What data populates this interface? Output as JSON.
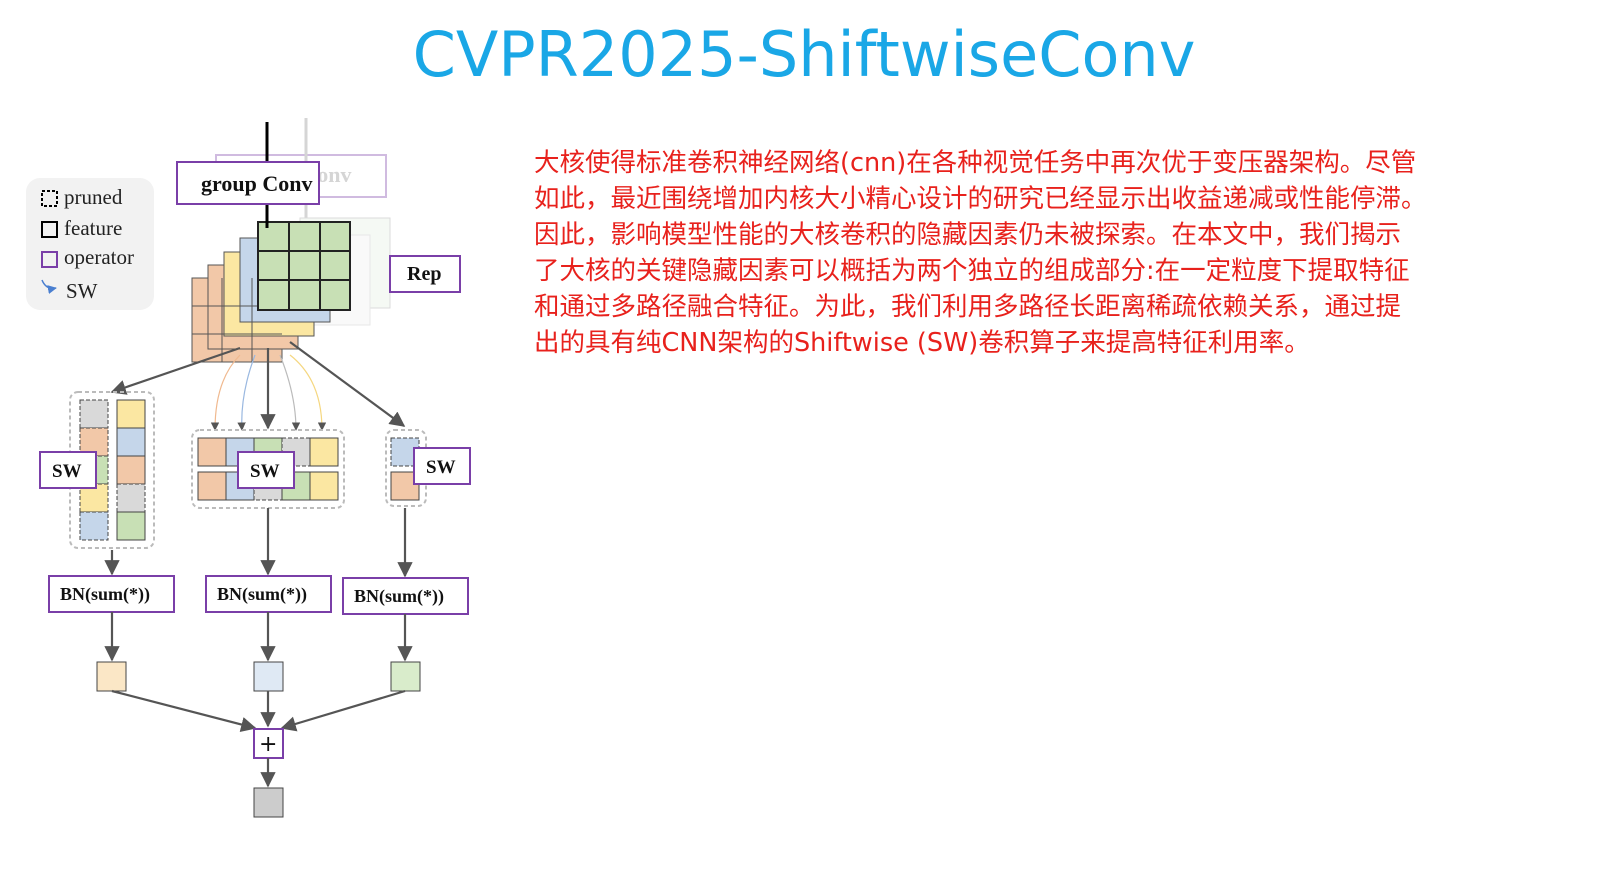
{
  "title": "CVPR2025-ShiftwiseConv",
  "description": "大核使得标准卷积神经网络(cnn)在各种视觉任务中再次优于变压器架构。尽管\n如此，最近围绕增加内核大小精心设计的研究已经显示出收益递减或性能停滞。\n因此，影响模型性能的大核卷积的隐藏因素仍未被探索。在本文中，我们揭示\n了大核的关键隐藏因素可以概括为两个独立的组成部分:在一定粒度下提取特征\n和通过多路径融合特征。为此，我们利用多路径长距离稀疏依赖关系，通过提\n出的具有纯CNN架构的Shiftwise (SW)卷积算子来提高特征利用率。",
  "diagram": {
    "legend": {
      "pruned": "pruned",
      "feature": "feature",
      "operator": "operator",
      "sw": "SW"
    },
    "group_conv_label": "group Conv",
    "group_conv_ghost_label": "group Conv",
    "rep_label": "Rep",
    "sw_label_1": "SW",
    "sw_label_2": "SW",
    "sw_label_3": "SW",
    "bn_label_1": "BN(sum(*))",
    "bn_label_2": "BN(sum(*))",
    "bn_label_3": "BN(sum(*))",
    "plus_label": "+",
    "colors": {
      "orange": "#f2c8a8",
      "yellow": "#fbe7a2",
      "blue": "#c5d6ea",
      "green": "#c8e0b5",
      "gray": "#d9d9d9",
      "operator_border": "#7a3fa8",
      "arrow": "#555555"
    }
  }
}
